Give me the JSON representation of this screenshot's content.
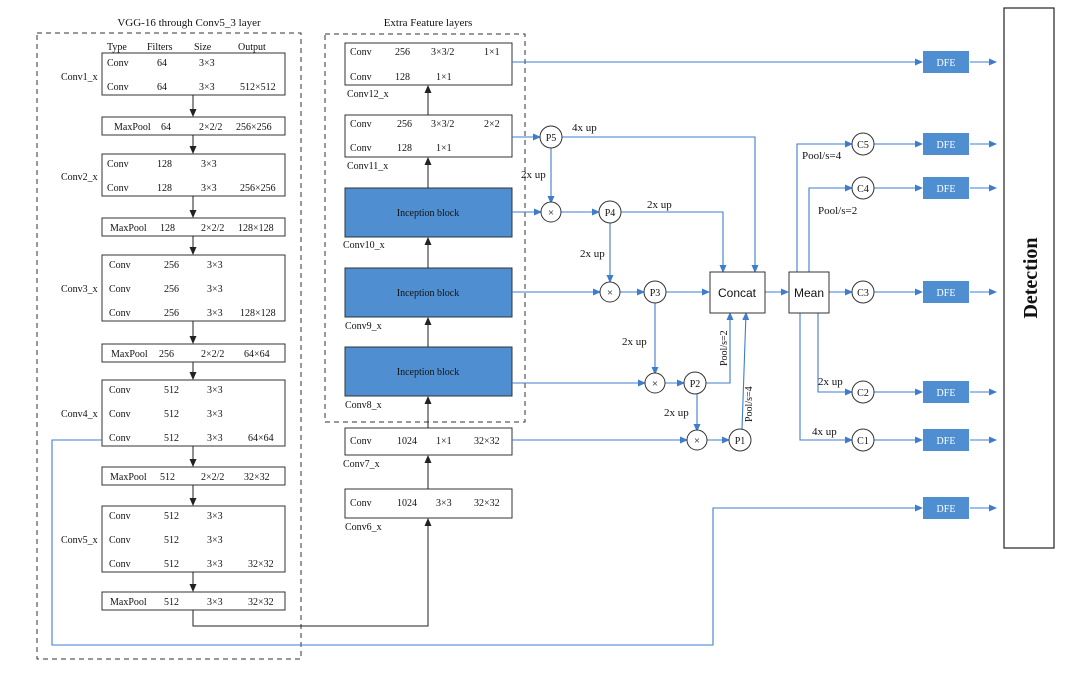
{
  "vgg": {
    "title": "VGG-16 through Conv5_3 layer",
    "headers": [
      "Type",
      "Filters",
      "Size",
      "Output"
    ],
    "blocks": [
      {
        "label": "Conv1_x",
        "rows": [
          [
            "Conv",
            "64",
            "3×3",
            ""
          ],
          [
            "Conv",
            "64",
            "3×3",
            "512×512"
          ]
        ]
      },
      {
        "label": "",
        "rows": [
          [
            "MaxPool",
            "64",
            "2×2/2",
            "256×256"
          ]
        ]
      },
      {
        "label": "Conv2_x",
        "rows": [
          [
            "Conv",
            "128",
            "3×3",
            ""
          ],
          [
            "Conv",
            "128",
            "3×3",
            "256×256"
          ]
        ]
      },
      {
        "label": "",
        "rows": [
          [
            "MaxPool",
            "128",
            "2×2/2",
            "128×128"
          ]
        ]
      },
      {
        "label": "Conv3_x",
        "rows": [
          [
            "Conv",
            "256",
            "3×3",
            ""
          ],
          [
            "Conv",
            "256",
            "3×3",
            ""
          ],
          [
            "Conv",
            "256",
            "3×3",
            "128×128"
          ]
        ]
      },
      {
        "label": "",
        "rows": [
          [
            "MaxPool",
            "256",
            "2×2/2",
            "64×64"
          ]
        ]
      },
      {
        "label": "Conv4_x",
        "rows": [
          [
            "Conv",
            "512",
            "3×3",
            ""
          ],
          [
            "Conv",
            "512",
            "3×3",
            ""
          ],
          [
            "Conv",
            "512",
            "3×3",
            "64×64"
          ]
        ]
      },
      {
        "label": "",
        "rows": [
          [
            "MaxPool",
            "512",
            "2×2/2",
            "32×32"
          ]
        ]
      },
      {
        "label": "Conv5_x",
        "rows": [
          [
            "Conv",
            "512",
            "3×3",
            ""
          ],
          [
            "Conv",
            "512",
            "3×3",
            ""
          ],
          [
            "Conv",
            "512",
            "3×3",
            "32×32"
          ]
        ]
      },
      {
        "label": "",
        "rows": [
          [
            "MaxPool",
            "512",
            "3×3",
            "32×32"
          ]
        ]
      }
    ]
  },
  "extra": {
    "title": "Extra Feature layers",
    "conv12": {
      "label": "Conv12_x",
      "rows": [
        [
          "Conv",
          "256",
          "3×3/2",
          "1×1"
        ],
        [
          "Conv",
          "128",
          "1×1",
          ""
        ]
      ]
    },
    "conv11": {
      "label": "Conv11_x",
      "rows": [
        [
          "Conv",
          "256",
          "3×3/2",
          "2×2"
        ],
        [
          "Conv",
          "128",
          "1×1",
          ""
        ]
      ]
    },
    "conv10": {
      "label": "Conv10_x",
      "text": "Inception block"
    },
    "conv9": {
      "label": "Conv9_x",
      "text": "Inception block"
    },
    "conv8": {
      "label": "Conv8_x",
      "text": "Inception block"
    },
    "conv7": {
      "label": "Conv7_x",
      "rows": [
        [
          "Conv",
          "1024",
          "1×1",
          "32×32"
        ]
      ]
    },
    "conv6": {
      "label": "Conv6_x",
      "rows": [
        [
          "Conv",
          "1024",
          "3×3",
          "32×32"
        ]
      ]
    }
  },
  "pyramid": {
    "nodes": {
      "p5": "P5",
      "p4": "P4",
      "p3": "P3",
      "p2": "P2",
      "p1": "P1"
    },
    "multiply": "×",
    "ops": {
      "up4_p5": "4x up",
      "up2_p5": "2x up",
      "up2_p4_right": "2x up",
      "up2_p4": "2x up",
      "up2_p3": "2x up",
      "up2_p2": "2x up",
      "pool2": "Pool/s=2",
      "pool4": "Pool/s=4"
    }
  },
  "fusion": {
    "concat": "Concat",
    "mean": "Mean",
    "c_nodes": {
      "c5": "C5",
      "c4": "C4",
      "c3": "C3",
      "c2": "C2",
      "c1": "C1"
    },
    "ops": {
      "pool4": "Pool/s=4",
      "pool2": "Pool/s=2",
      "up2": "2x up",
      "up4": "4x up"
    }
  },
  "dfe": {
    "label": "DFE",
    "count": 7
  },
  "detection": "Detection",
  "colors": {
    "dfe": "#4f8fd1",
    "inception": "#4f8fd1",
    "arrow": "#3f7ccc",
    "line": "#222222"
  }
}
